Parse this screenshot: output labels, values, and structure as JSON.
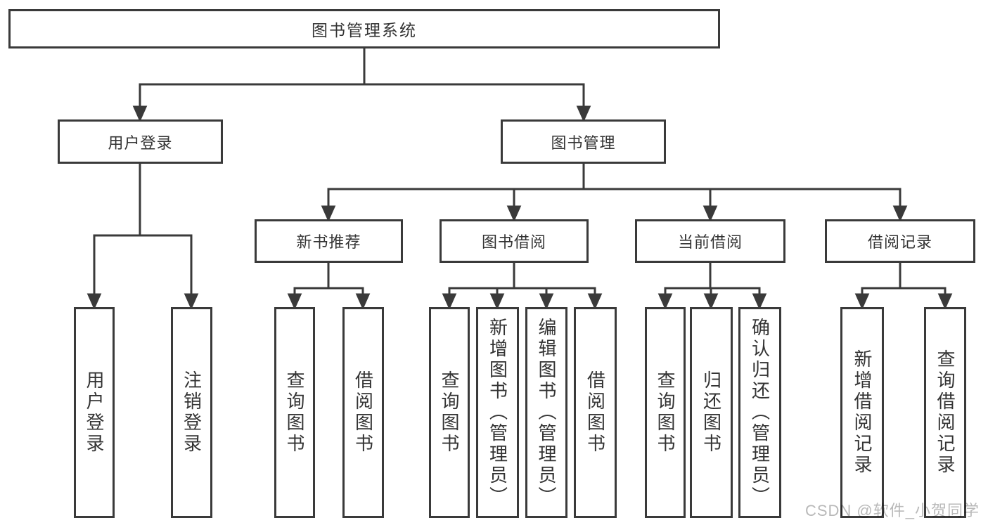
{
  "diagram_title": "图书管理系统",
  "root": {
    "label": "图书管理系统"
  },
  "level2": {
    "user_login": "用户登录",
    "book_management": "图书管理"
  },
  "level3": {
    "new_book_recommendation": "新书推荐",
    "book_borrowing": "图书借阅",
    "current_borrowing": "当前借阅",
    "borrowing_records": "借阅记录"
  },
  "leaves": {
    "login_user_login": "用户登录",
    "login_logout": "注销登录",
    "recommend_query_books": "查询图书",
    "recommend_borrow_books": "借阅图书",
    "borrowing_query_books": "查询图书",
    "borrowing_add_books_admin": "新增图书（管理员）",
    "borrowing_edit_books_admin": "编辑图书（管理员）",
    "borrowing_borrow_books": "借阅图书",
    "current_query_books": "查询图书",
    "current_return_books": "归还图书",
    "current_confirm_return_admin": "确认归还（管理员）",
    "records_add_record": "新增借阅记录",
    "records_query_record": "查询借阅记录"
  },
  "watermark": {
    "text": "CSDN @软件_小贺同学",
    "color": "#b9b9b9"
  },
  "colors": {
    "line": "#3a3a3a",
    "box_border": "#3a3a3a",
    "box_background": "#ffffff",
    "text": "#333333"
  }
}
